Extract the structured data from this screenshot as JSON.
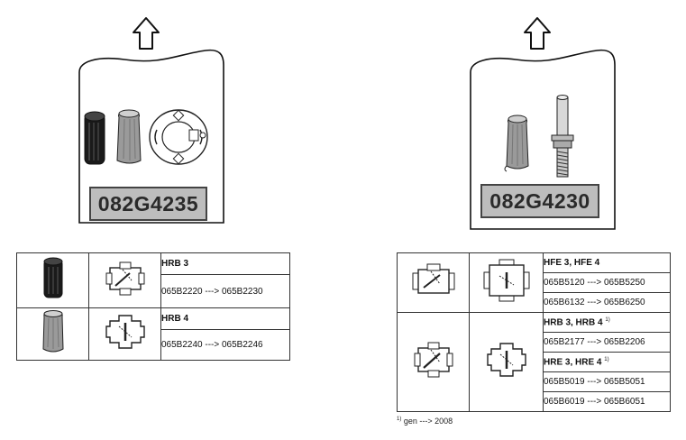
{
  "left_package": {
    "code": "082G4235"
  },
  "right_package": {
    "code": "082G4230"
  },
  "left_table": {
    "rows": [
      {
        "model": "HRB 3",
        "mapping": "065B2220 ---> 065B2230"
      },
      {
        "model": "HRB 4",
        "mapping": "065B2240 ---> 065B2246"
      }
    ]
  },
  "right_table": {
    "group1": {
      "model": "HFE 3, HFE 4",
      "mappings": [
        "065B5120 ---> 065B5250",
        "065B6132 ---> 065B6250"
      ]
    },
    "group2": {
      "model_a": "HRB 3, HRB 4",
      "sup_a": "1)",
      "mapping_a": "065B2177 ---> 065B2206",
      "model_b": "HRE 3, HRE 4",
      "sup_b": "1)",
      "mappings_b": [
        "065B5019 ---> 065B5051",
        "065B6019 ---> 065B6051"
      ]
    }
  },
  "footnote": {
    "marker": "1)",
    "text": "gen ---> 2008"
  }
}
